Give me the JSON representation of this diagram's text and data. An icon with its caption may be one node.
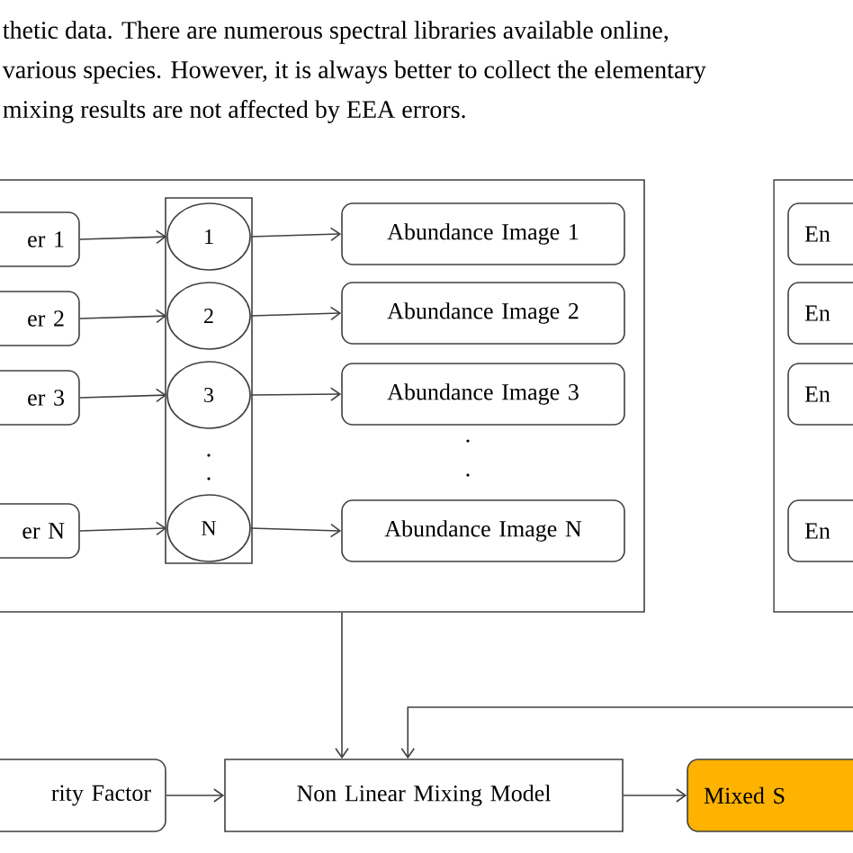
{
  "diagram": {
    "nodes": [
      {
        "text": [],
        "shape": "box"
      },
      {
        "text": [
          "er 1"
        ],
        "in": 0
      },
      {
        "text": [
          "er 2"
        ],
        "in": 0
      },
      {
        "text": [
          "er 3"
        ],
        "in": 0
      },
      {
        "text": [
          "er N"
        ],
        "in": 0
      },
      {
        "text": [],
        "shape": "box",
        "in": 0
      },
      {
        "text": [
          "1"
        ],
        "in": 5
      },
      {
        "text": [
          "2"
        ],
        "in": 5
      },
      {
        "text": [
          "3"
        ],
        "in": 5
      },
      {
        "text": [
          "N"
        ],
        "in": 5
      },
      {
        "text": [
          "Abundance Image 1"
        ],
        "in": 0
      },
      {
        "text": [
          "Abundance Image 2"
        ],
        "in": 0
      },
      {
        "text": [
          "Abundance Image 3"
        ],
        "in": 0
      },
      {
        "text": [
          "Abundance Image N"
        ],
        "in": 0
      },
      {
        "text": [],
        "shape": "box"
      },
      {
        "text": [
          "En"
        ],
        "in": 14
      },
      {
        "text": [
          "En"
        ],
        "in": 14
      },
      {
        "text": [
          "En"
        ],
        "in": 14
      },
      {
        "text": [
          "En"
        ],
        "in": 14
      },
      {
        "text": [
          "rity Factor"
        ]
      },
      {
        "text": [
          "Non Linear Mixing Model"
        ]
      },
      {
        "text": [
          "Mixed S"
        ]
      }
    ],
    "edges": [
      {
        "from": 1,
        "to": 6,
        "arrow": "to"
      },
      {
        "from": 2,
        "to": 7,
        "arrow": "to"
      },
      {
        "from": 3,
        "to": 8,
        "arrow": "to"
      },
      {
        "from": 4,
        "to": 9,
        "arrow": "to"
      },
      {
        "from": 6,
        "to": 10,
        "arrow": "to"
      },
      {
        "from": 7,
        "to": 11,
        "arrow": "to"
      },
      {
        "from": 8,
        "to": 12,
        "arrow": "to"
      },
      {
        "from": 9,
        "to": 13,
        "arrow": "to"
      },
      {
        "from": 0,
        "to": 20,
        "arrow": "to"
      },
      {
        "from": null,
        "to": 20,
        "arrow": "to"
      },
      {
        "from": 19,
        "to": 20,
        "arrow": "to"
      },
      {
        "from": 20,
        "to": 21,
        "arrow": "to"
      }
    ],
    "labels": [
      "thetic data. There are numerous spectral libraries available online,",
      "various species. However, it is always better to collect the elementary",
      "mixing results are not affected by EEA errors."
    ]
  }
}
